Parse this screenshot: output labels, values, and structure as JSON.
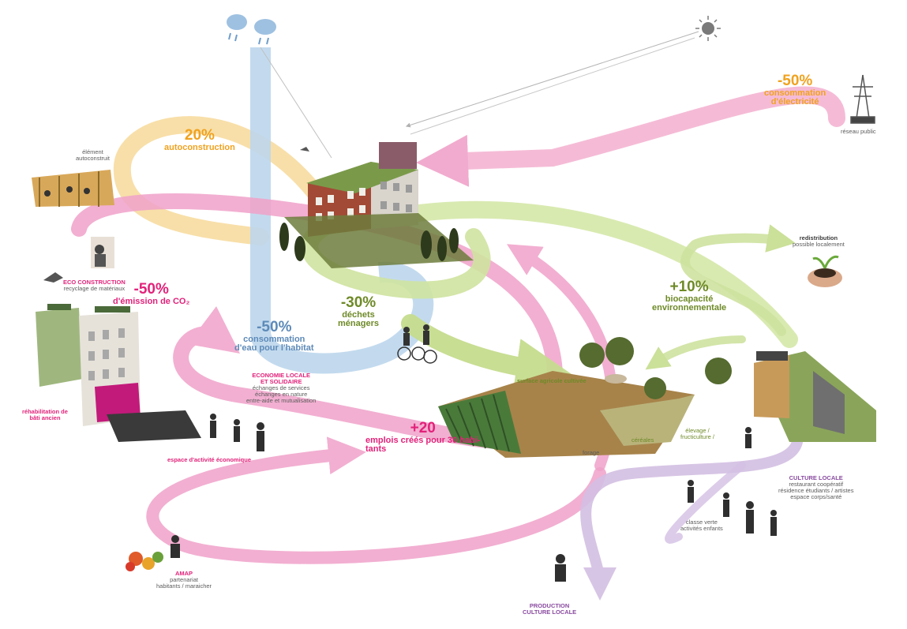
{
  "colors": {
    "pink": "#f0a2c9",
    "pink_text": "#e2227a",
    "orange": "#f7d99a",
    "orange_text": "#f0a21e",
    "blue": "#bcd6ec",
    "blue_text": "#5d8ab8",
    "green": "#cfe3a0",
    "green_text": "#6e8a27",
    "purple": "#d3bfe3",
    "purple_text": "#8a4ba0"
  },
  "icons": [
    "cloud-rain-icon",
    "sun-icon",
    "pylon-icon",
    "bird-icon",
    "hands-seedling-icon",
    "vegetables-icon"
  ],
  "metrics": {
    "electricity": {
      "value": "-50%",
      "label_line1": "consommation",
      "label_line2": "d'électricité"
    },
    "autoconstruction": {
      "value": "20%",
      "label": "autoconstruction"
    },
    "emissions": {
      "value": "-50%",
      "label": "d'émission de CO₂"
    },
    "water": {
      "value": "-50%",
      "label_line1": "consommation",
      "label_line2": "d'eau pour l'habitat"
    },
    "waste": {
      "value": "-30%",
      "label_line1": "déchets",
      "label_line2": "ménagers"
    },
    "biocapacity": {
      "value": "+10%",
      "label_line1": "biocapacité",
      "label_line2": "environnementale"
    },
    "jobs": {
      "value": "+20",
      "label_line1": "emplois créés pour 30 habi-",
      "label_line2": "tants"
    }
  },
  "annotations": {
    "reseau_public": "réseau public",
    "element_autoconstruit_1": "élément",
    "element_autoconstruit_2": "autoconstruit",
    "eco_construction_title": "ECO CONSTRUCTION",
    "eco_construction_sub": "recyclage de matériaux",
    "rehabilitation_1": "réhabilitation de",
    "rehabilitation_2": "bâti ancien",
    "economie_title_1": "ECONOMIE LOCALE",
    "economie_title_2": "ET SOLIDAIRE",
    "economie_sub_1": "échanges de services",
    "economie_sub_2": "échanges en nature",
    "economie_sub_3": "entre-aide et mutualisation",
    "espace_activite": "espace d'activité économique",
    "redistribution_title": "redistribution",
    "redistribution_sub": "possible localement",
    "surface_agricole": "surface agricole cultivée",
    "cereales": "céréales",
    "elevage_1": "élevage /",
    "elevage_2": "fructiculture /",
    "forage": "forage",
    "culture_title": "CULTURE LOCALE",
    "culture_sub_1": "restaurant coopératif",
    "culture_sub_2": "résidence étudiants / artistes",
    "culture_sub_3": "espace corps/santé",
    "classe_verte_1": "classe verte",
    "classe_verte_2": "activités enfants",
    "amap_title": "AMAP",
    "amap_sub_1": "partenariat",
    "amap_sub_2": "habitants / maraicher",
    "production_1": "PRODUCTION",
    "production_2": "CULTURE LOCALE"
  }
}
